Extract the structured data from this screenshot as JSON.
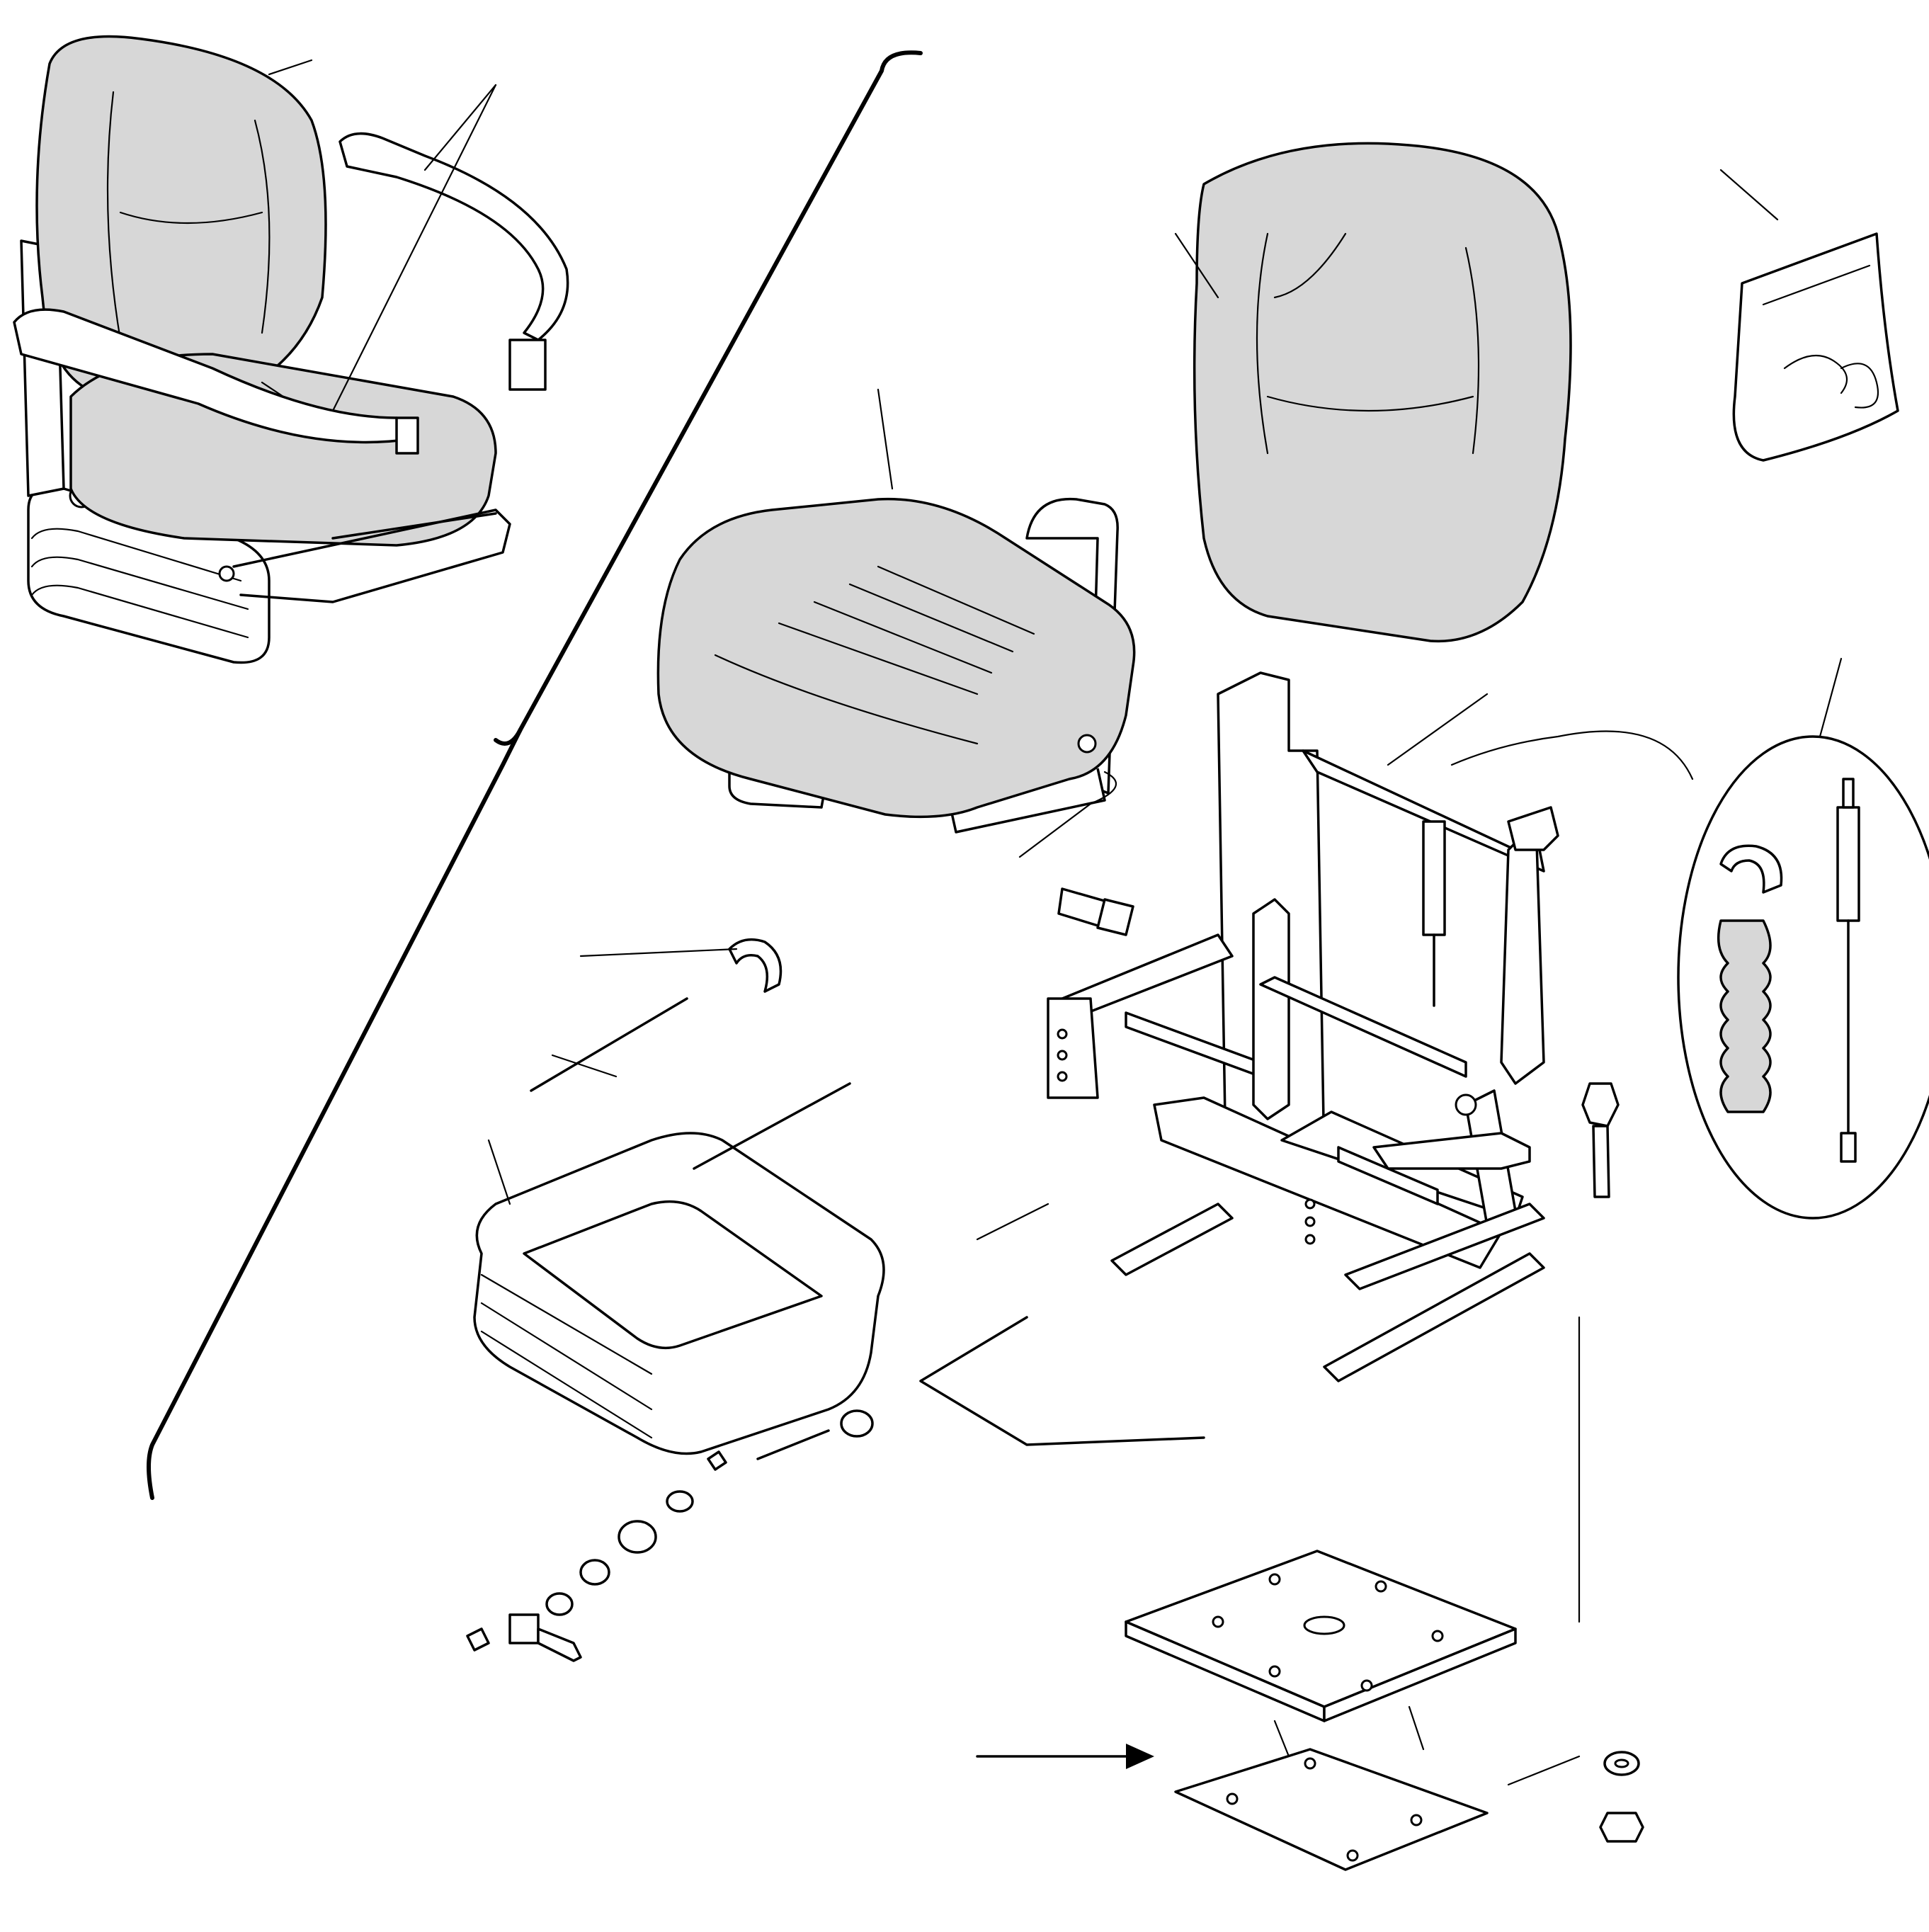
{
  "figure": {
    "type": "exploded-parts-diagram",
    "subject": "operator seat",
    "colors": {
      "line": "#000000",
      "upholstery": "#d7d7d7",
      "background": "#ffffff"
    }
  },
  "callout_leaders": 14,
  "icons": [
    "seat-assembly-icon",
    "backrest-cushion-icon",
    "seat-cushion-icon",
    "suspension-frame-icon",
    "bellows-cover-icon",
    "base-plate-icon",
    "hardware-kit-bag-icon",
    "gas-spring-icon",
    "adjustment-knob-icon",
    "reference-arrow-icon"
  ]
}
